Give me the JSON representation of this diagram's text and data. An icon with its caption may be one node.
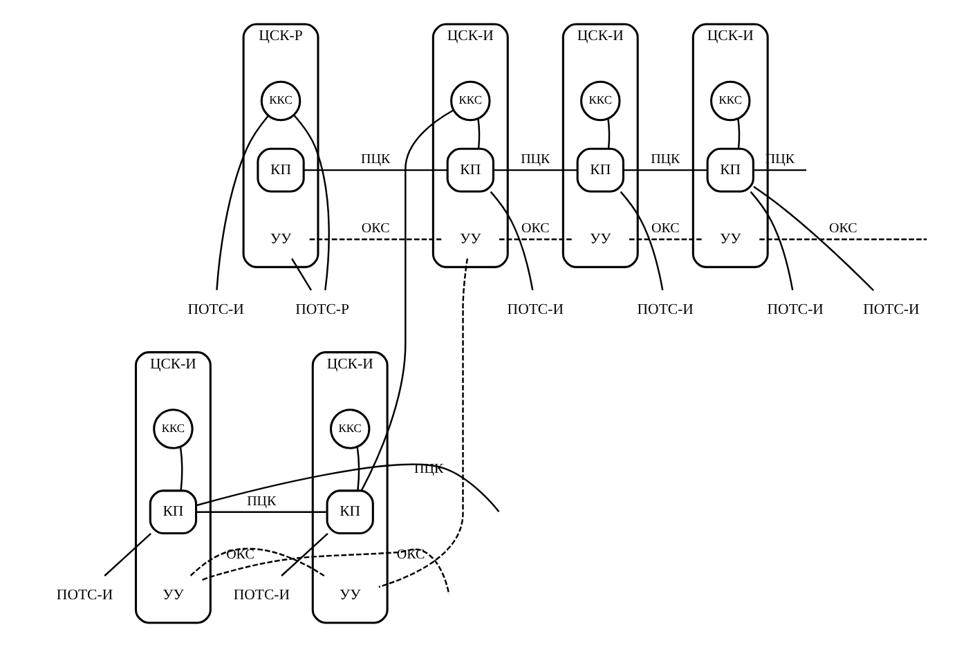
{
  "diagram": {
    "nodes": [
      {
        "text": [
          "ЦСК-Р"
        ]
      },
      {
        "text": [
          "ККС"
        ],
        "in": 0
      },
      {
        "text": [
          "КП"
        ],
        "in": 0
      },
      {
        "text": [
          "УУ"
        ],
        "in": 0
      },
      {
        "text": [
          "ЦСК-И"
        ]
      },
      {
        "text": [
          "ККС"
        ],
        "in": 4
      },
      {
        "text": [
          "КП"
        ],
        "in": 4
      },
      {
        "text": [
          "УУ"
        ],
        "in": 4
      },
      {
        "text": [
          "ЦСК-И"
        ]
      },
      {
        "text": [
          "ККС"
        ],
        "in": 8
      },
      {
        "text": [
          "КП"
        ],
        "in": 8
      },
      {
        "text": [
          "УУ"
        ],
        "in": 8
      },
      {
        "text": [
          "ЦСК-И"
        ]
      },
      {
        "text": [
          "ККС"
        ],
        "in": 12
      },
      {
        "text": [
          "КП"
        ],
        "in": 12
      },
      {
        "text": [
          "УУ"
        ],
        "in": 12
      },
      {
        "text": [
          "ЦСК-И"
        ]
      },
      {
        "text": [
          "ККС"
        ],
        "in": 16
      },
      {
        "text": [
          "КП"
        ],
        "in": 16
      },
      {
        "text": [
          "УУ"
        ],
        "in": 16
      },
      {
        "text": [
          "ЦСК-И"
        ]
      },
      {
        "text": [
          "ККС"
        ],
        "in": 20
      },
      {
        "text": [
          "КП"
        ],
        "in": 20
      },
      {
        "text": [
          "УУ"
        ],
        "in": 20
      },
      {
        "text": [
          "ПОТС-Р"
        ]
      },
      {
        "text": [
          "ПОТС-И"
        ]
      },
      {
        "text": [
          "ПОТС-И"
        ]
      },
      {
        "text": [
          "ПОТС-И"
        ]
      },
      {
        "text": [
          "ПОТС-И"
        ]
      },
      {
        "text": [
          "ПОТС-И"
        ]
      },
      {
        "text": [
          "ПОТС-И"
        ]
      },
      {
        "text": [
          "ПОТС-И"
        ]
      }
    ],
    "edges": [
      {
        "from": 1,
        "to": 24,
        "arrow": "none"
      },
      {
        "from": 1,
        "to": 25,
        "arrow": "none"
      },
      {
        "from": 3,
        "to": 24,
        "arrow": "none"
      },
      {
        "from": 5,
        "to": 6,
        "arrow": "none"
      },
      {
        "from": 5,
        "to": 18,
        "arrow": "none"
      },
      {
        "from": 6,
        "to": 26,
        "arrow": "none"
      },
      {
        "from": 7,
        "to": 19,
        "arrow": "none",
        "style": "dashed"
      },
      {
        "from": 9,
        "to": 10,
        "arrow": "none"
      },
      {
        "from": 10,
        "to": 27,
        "arrow": "none"
      },
      {
        "from": 13,
        "to": 14,
        "arrow": "none"
      },
      {
        "from": 14,
        "to": 28,
        "arrow": "none"
      },
      {
        "from": 14,
        "to": 29,
        "arrow": "none"
      },
      {
        "from": 17,
        "to": 18,
        "arrow": "none"
      },
      {
        "from": 18,
        "to": 30,
        "arrow": "none"
      },
      {
        "from": 21,
        "to": 22,
        "arrow": "none"
      },
      {
        "from": 22,
        "to": 31,
        "arrow": "none"
      },
      {
        "from": 2,
        "to": 6,
        "arrow": "none",
        "label": "ПЦК"
      },
      {
        "from": 6,
        "to": 10,
        "arrow": "none",
        "label": "ПЦК"
      },
      {
        "from": 10,
        "to": 14,
        "arrow": "none",
        "label": "ПЦК"
      },
      {
        "from": 14,
        "to": null,
        "arrow": "none",
        "label": "ПЦК"
      },
      {
        "from": 18,
        "to": 22,
        "arrow": "none",
        "label": "ПЦК"
      },
      {
        "from": 22,
        "to": null,
        "arrow": "none",
        "label": "ПЦК"
      },
      {
        "from": 3,
        "to": 7,
        "arrow": "none",
        "style": "dashed",
        "label": "ОКС"
      },
      {
        "from": 7,
        "to": 11,
        "arrow": "none",
        "style": "dashed",
        "label": "ОКС"
      },
      {
        "from": 11,
        "to": 15,
        "arrow": "none",
        "style": "dashed",
        "label": "ОКС"
      },
      {
        "from": 15,
        "to": null,
        "arrow": "none",
        "style": "dashed",
        "label": "ОКС"
      },
      {
        "from": 19,
        "to": 23,
        "arrow": "none",
        "style": "dashed",
        "label": "ОКС"
      },
      {
        "from": 23,
        "to": null,
        "arrow": "none",
        "style": "dashed",
        "label": "ОКС"
      }
    ]
  }
}
